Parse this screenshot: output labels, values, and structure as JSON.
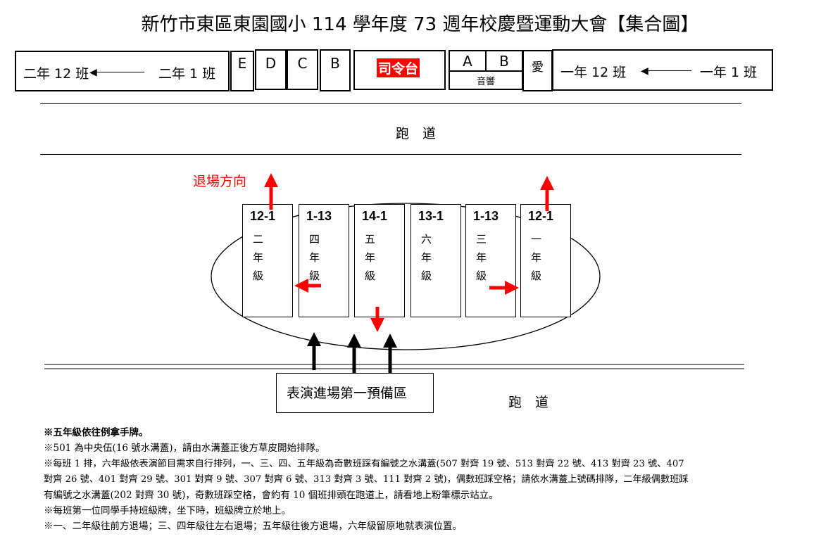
{
  "title": "新竹市東區東園國小 114 學年度 73 週年校慶暨運動大會【集合圖】",
  "header": {
    "left": {
      "from": "二年 12 班",
      "to": "二年 1 班"
    },
    "letters_left": [
      "E",
      "D",
      "C",
      "B"
    ],
    "stage": "司令台",
    "letters_right": [
      "A",
      "B"
    ],
    "sound": "音響",
    "love": "愛",
    "right": {
      "from": "一年 12 班",
      "to": "一年 1 班"
    }
  },
  "track_label": "跑　道",
  "exit_label": "退場方向",
  "columns": [
    {
      "num": "12-1",
      "grade": "二年級"
    },
    {
      "num": "1-13",
      "grade": "四年級"
    },
    {
      "num": "14-1",
      "grade": "五年級"
    },
    {
      "num": "13-1",
      "grade": "六年級"
    },
    {
      "num": "1-13",
      "grade": "三年級"
    },
    {
      "num": "12-1",
      "grade": "一年級"
    }
  ],
  "prep_area": "表演進場第一預備區",
  "notes": [
    "※五年級依往例拿手牌。",
    "※501 為中央伍(16 號水溝蓋)，請由水溝蓋正後方草皮開始排隊。",
    "※每班 1 排，六年級依表演節目需求自行排列，一、三、四、五年級為奇數班踩有編號之水溝蓋(507 對齊 19 號、513 對齊 22 號、413 對齊 23 號、407",
    "對齊 26 號、401 對齊 29 號、301 對齊 9 號、307 對齊 6 號、313 對齊 3 號、111 對齊 2 號)，偶數班踩空格；請依水溝蓋上號碼排隊，二年級偶數班踩",
    "有編號之水溝蓋(202 對齊 30 號)，奇數班踩空格，會約有 10 個班排頭在跑道上，請看地上粉筆標示站立。",
    "※每班第一位同學手持班級牌，坐下時，班級牌立於地上。",
    "※一、二年級往前方退場；三、四年級往左右退場；五年級往後方退場，六年級留原地就表演位置。"
  ],
  "colors": {
    "red": "#ff0000",
    "stage_bg": "#ff0000"
  }
}
